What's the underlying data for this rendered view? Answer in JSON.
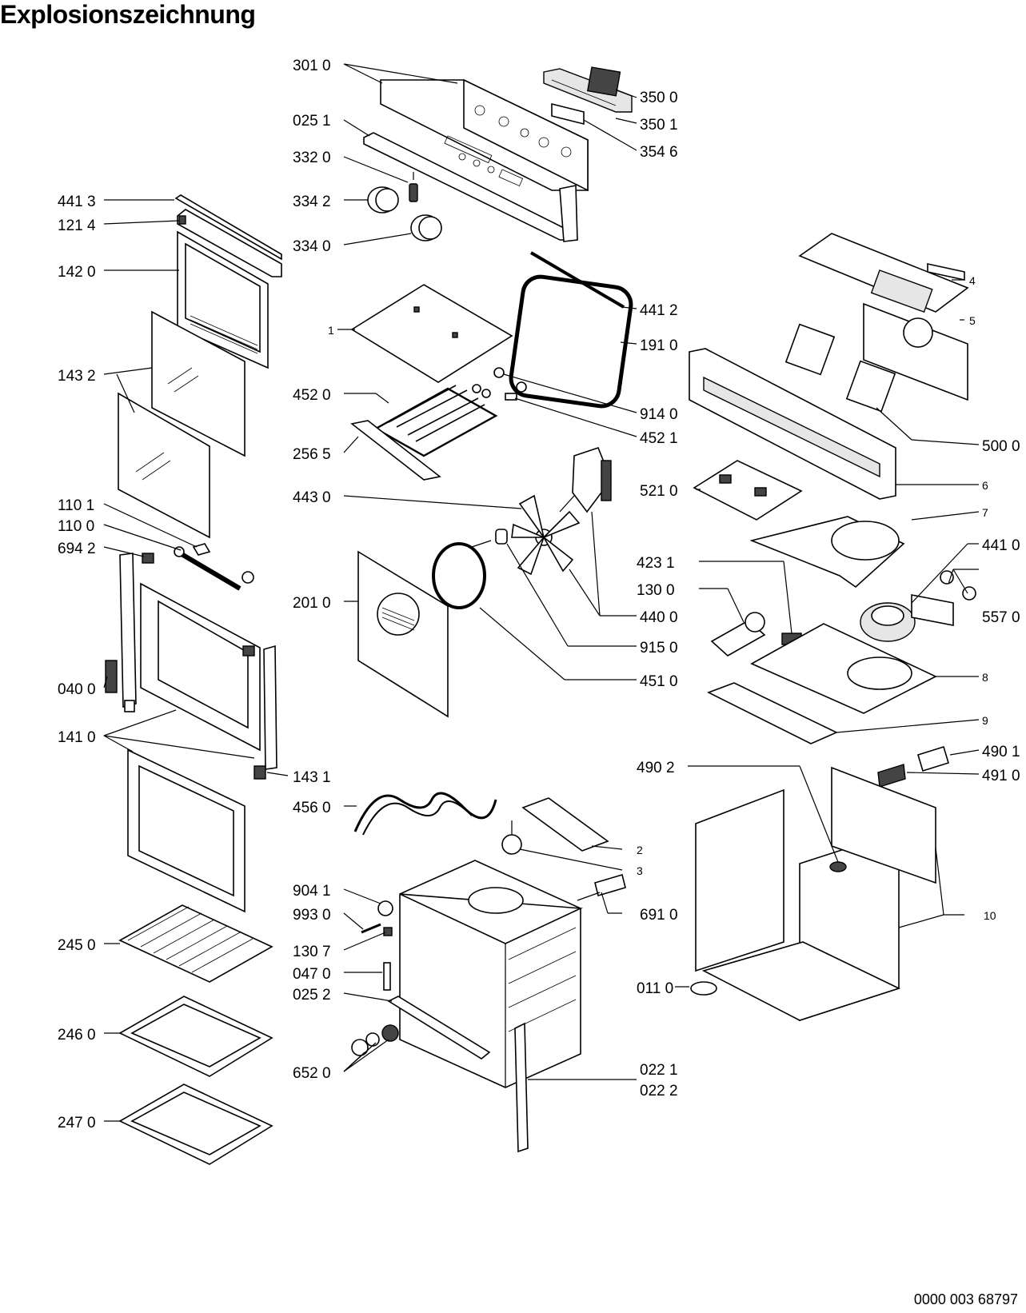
{
  "title": "Explosionszeichnung",
  "doc_number": "0000 003 68797",
  "labels": {
    "p3010": "301 0",
    "p0251": "025 1",
    "p3320": "332 0",
    "p3342": "334 2",
    "p3340": "334 0",
    "p3500": "350 0",
    "p3501": "350 1",
    "p3546": "354 6",
    "p4413": "441 3",
    "p1214": "121 4",
    "p1420": "142 0",
    "p1432": "143 2",
    "p1101": "110 1",
    "p1100": "110 0",
    "p6942": "694 2",
    "p0400": "040 0",
    "p1410": "141 0",
    "p1431": "143 1",
    "p2450": "245 0",
    "p2460": "246 0",
    "p2470": "247 0",
    "p1": "1",
    "p4520": "452 0",
    "p2565": "256 5",
    "p4430": "443 0",
    "p2010": "201 0",
    "p4412": "441 2",
    "p1910": "191 0",
    "p9140": "914 0",
    "p4521": "452 1",
    "p5210": "521 0",
    "p4400": "440 0",
    "p9150": "915 0",
    "p4510": "451 0",
    "p4": "4",
    "p5": "5",
    "p5000": "500 0",
    "p6": "6",
    "p7": "7",
    "p4410": "441 0",
    "p4231": "423 1",
    "p1300": "130 0",
    "p5570": "557 0",
    "p8": "8",
    "p9": "9",
    "p4901": "490 1",
    "p4902": "490 2",
    "p4910": "491 0",
    "p4560": "456 0",
    "p2": "2",
    "p3": "3",
    "p9041": "904 1",
    "p9930": "993 0",
    "p1307": "130 7",
    "p6910": "691 0",
    "p0470": "047 0",
    "p0252": "025 2",
    "p0110": "011 0",
    "p10": "10",
    "p6520": "652 0",
    "p0221": "022 1",
    "p0222": "022 2"
  }
}
